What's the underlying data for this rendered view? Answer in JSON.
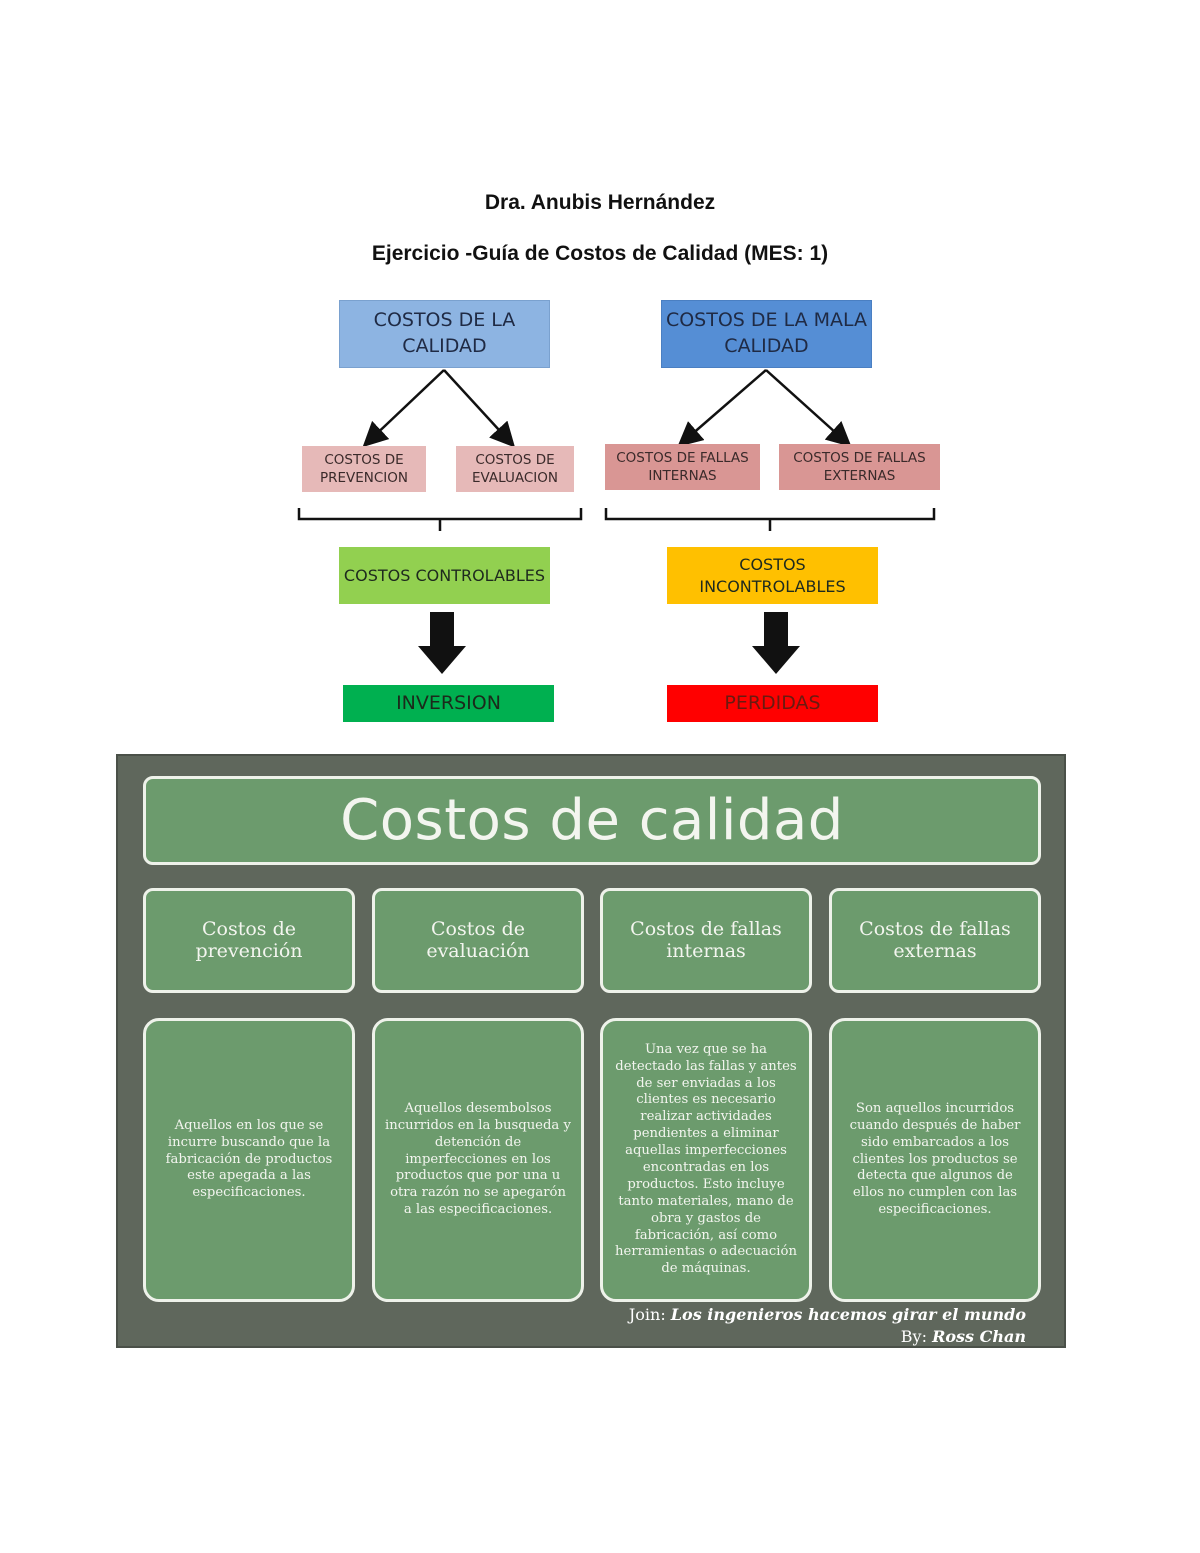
{
  "header": {
    "author": "Dra. Anubis Hernández",
    "subtitle": "Ejercicio -Guía de Costos de Calidad (MES: 1)"
  },
  "diagram": {
    "left_top": "COSTOS DE LA CALIDAD",
    "right_top": "COSTOS DE LA MALA CALIDAD",
    "sub_prevencion": "COSTOS DE PREVENCION",
    "sub_evaluacion": "COSTOS DE EVALUACION",
    "sub_internas": "COSTOS DE FALLAS INTERNAS",
    "sub_externas": "COSTOS DE FALLAS EXTERNAS",
    "left_result": "COSTOS CONTROLABLES",
    "right_result": "COSTOS INCONTROLABLES",
    "left_outcome": "INVERSION",
    "right_outcome": "PERDIDAS",
    "colors": {
      "left_top": "#8db4e2",
      "right_top": "#558ed5",
      "subs": "#e6b9b8",
      "subs_right": "#d99694",
      "controlables": "#92d050",
      "incontrolables": "#ffc000",
      "inversion": "#00b050",
      "perdidas": "#ff0000"
    }
  },
  "board": {
    "title": "Costos de calidad",
    "categories": [
      "Costos de prevención",
      "Costos de evaluación",
      "Costos de fallas internas",
      "Costos de fallas externas"
    ],
    "descriptions": [
      "Aquellos en los que se incurre buscando que la fabricación de productos este apegada a las especificaciones.",
      "Aquellos desembolsos incurridos en la busqueda y detención de imperfecciones en los productos que por una u otra razón no se apegarón a las especificaciones.",
      "Una vez que se ha detectado las fallas y antes de ser enviadas a los clientes es necesario realizar actividades pendientes a eliminar aquellas imperfecciones encontradas en los productos. Esto incluye tanto materiales, mano de obra y gastos de fabricación, así como herramientas o adecuación de máquinas.",
      "Son aquellos incurridos cuando después de haber sido embarcados a los clientes los productos se detecta que algunos de ellos no cumplen con las especificaciones."
    ],
    "credit_join_prefix": "Join:",
    "credit_join_name": "Los ingenieros hacemos girar el mundo",
    "credit_by_prefix": "By:",
    "credit_by_name": "Ross Chan"
  }
}
